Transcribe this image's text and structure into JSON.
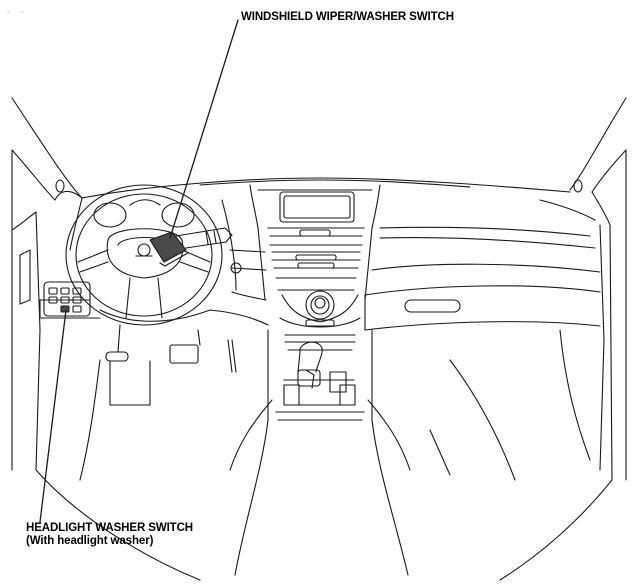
{
  "labels": {
    "wiper_switch": "WINDSHIELD WIPER/WASHER SWITCH",
    "headlight_washer_switch": "HEADLIGHT WASHER SWITCH",
    "headlight_washer_note": "(With headlight washer)"
  },
  "colors": {
    "line": "#1a1a1a",
    "highlight": "#4a4a4a",
    "background": "#ffffff"
  }
}
